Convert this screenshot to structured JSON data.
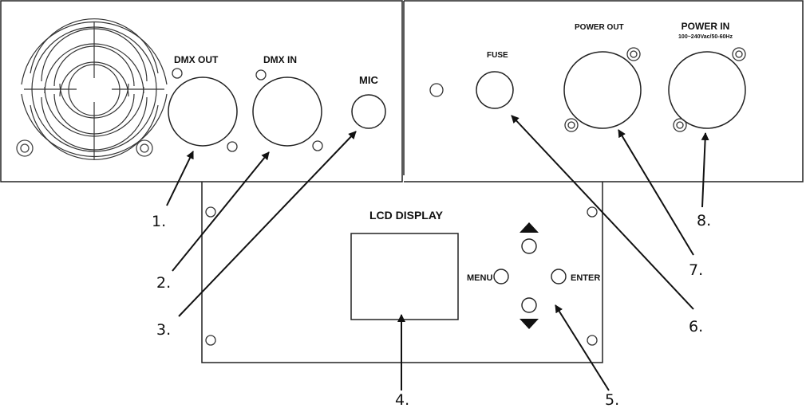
{
  "panel_labels": {
    "dmx_out": "DMX OUT",
    "dmx_in": "DMX IN",
    "mic": "MIC",
    "fuse": "FUSE",
    "power_out": "POWER OUT",
    "power_in": "POWER IN",
    "power_in_rating": "100~240Vac/50-60Hz",
    "lcd_display": "LCD DISPLAY",
    "menu": "MENU",
    "enter": "ENTER"
  },
  "callouts": [
    "1.",
    "2.",
    "3.",
    "4.",
    "5.",
    "6.",
    "7.",
    "8."
  ],
  "colors": {
    "line": "#222222",
    "background": "#ffffff"
  }
}
